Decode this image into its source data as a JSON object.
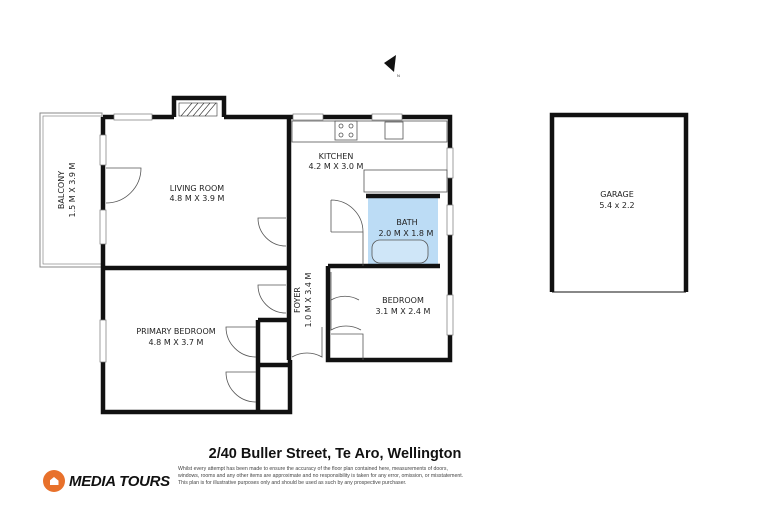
{
  "rooms": {
    "living_room": {
      "name": "LIVING ROOM",
      "size": "4.8 M X 3.9 M"
    },
    "kitchen": {
      "name": "KITCHEN",
      "size": "4.2 M X 3.0 M"
    },
    "bath": {
      "name": "BATH",
      "size": "2.0 M X 1.8 M"
    },
    "bedroom": {
      "name": "BEDROOM",
      "size": "3.1 M X 2.4 M"
    },
    "primary_bedroom": {
      "name": "PRIMARY BEDROOM",
      "size": "4.8 M X 3.7 M"
    },
    "foyer": {
      "name": "FOYER",
      "size": "1.0 M X 3.4 M"
    },
    "balcony": {
      "name": "BALCONY",
      "size": "1.5 M X 3.9 M"
    },
    "garage": {
      "name": "GARAGE",
      "size": "5.4 x 2.2"
    }
  },
  "compass": {
    "label": "N"
  },
  "footer": {
    "address": "2/40 Buller Street, Te Aro, Wellington",
    "disclaimer": [
      "Whilst every attempt has been made to ensure the accuracy of the floor plan contained here, measurements of doors,",
      "windows, rooms and any other items are approximate and no responsibility is taken for any error, omission, or misstatement.",
      "This plan is for illustrative purposes only and should be used as such by any prospective purchaser."
    ],
    "brand": "MEDIA TOURS"
  },
  "colors": {
    "wall": "#111111",
    "bath_fill": "#bcdcf5",
    "logo_orange": "#e8712b"
  }
}
